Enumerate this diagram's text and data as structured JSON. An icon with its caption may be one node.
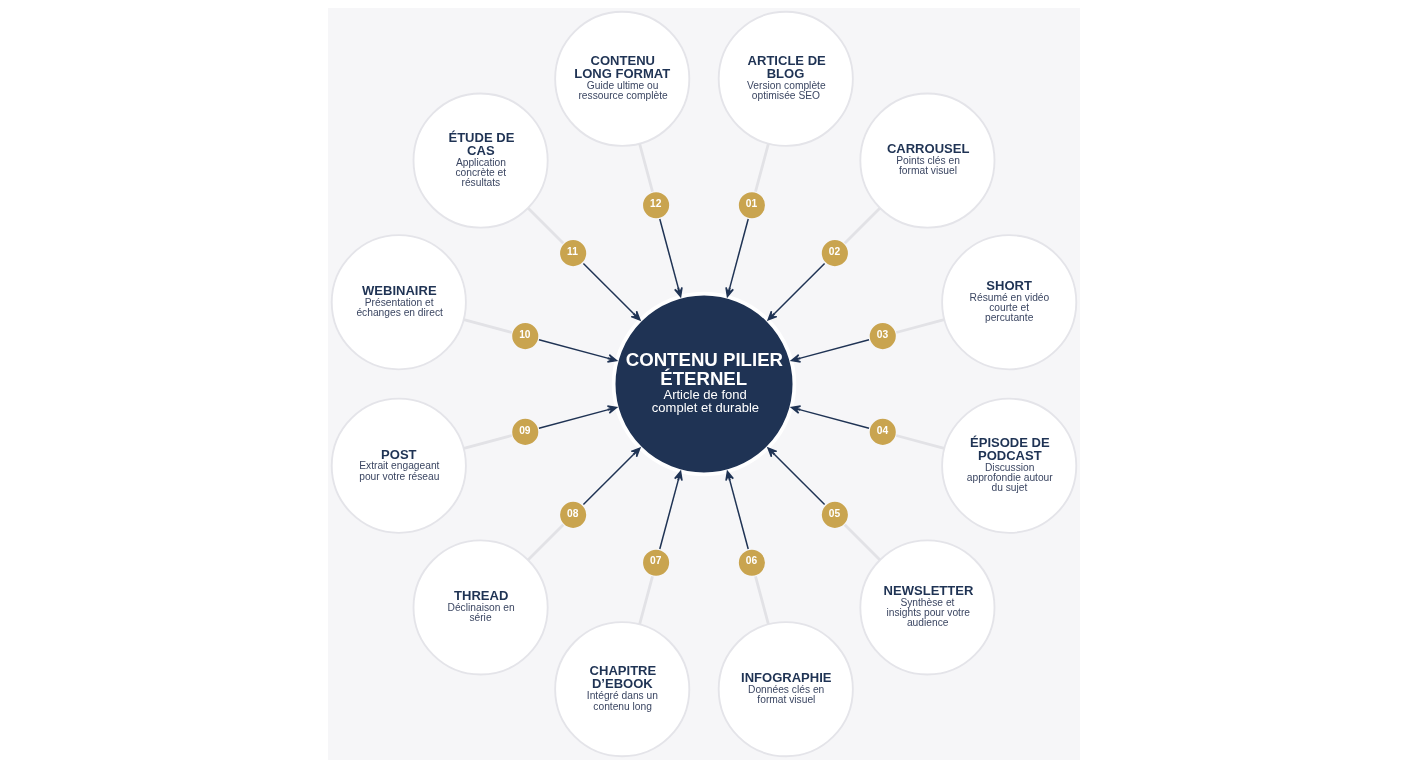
{
  "diagram": {
    "nodes": [
      {
        "text": [
          "CONTENU PILIER ÉTERNEL",
          "Article de fond complet et durable"
        ]
      },
      {
        "text": [
          "ARTICLE DE BLOG",
          "Version complète optimisée SEO"
        ]
      },
      {
        "text": [
          "01"
        ]
      },
      {
        "text": [
          "CARROUSEL",
          "Points clés en format visuel"
        ]
      },
      {
        "text": [
          "02"
        ]
      },
      {
        "text": [
          "SHORT",
          "Résumé en vidéo courte et percutante"
        ]
      },
      {
        "text": [
          "03"
        ]
      },
      {
        "text": [
          "ÉPISODE DE PODCAST",
          "Discussion approfondie autour du sujet"
        ]
      },
      {
        "text": [
          "04"
        ]
      },
      {
        "text": [
          "NEWSLETTER",
          "Synthèse et insights pour votre audience"
        ]
      },
      {
        "text": [
          "05"
        ]
      },
      {
        "text": [
          "INFOGRAPHIE",
          "Données clés en format visuel"
        ]
      },
      {
        "text": [
          "06"
        ]
      },
      {
        "text": [
          "CHAPITRE D’EBOOK",
          "Intégré dans un contenu long"
        ]
      },
      {
        "text": [
          "07"
        ]
      },
      {
        "text": [
          "THREAD",
          "Déclinaison en série"
        ]
      },
      {
        "text": [
          "08"
        ]
      },
      {
        "text": [
          "POST",
          "Extrait engageant pour votre réseau"
        ]
      },
      {
        "text": [
          "09"
        ]
      },
      {
        "text": [
          "WEBINAIRE",
          "Présentation et échanges en direct"
        ]
      },
      {
        "text": [
          "10"
        ]
      },
      {
        "text": [
          "ÉTUDE DE CAS",
          "Application concrète et résultats"
        ]
      },
      {
        "text": [
          "11"
        ]
      },
      {
        "text": [
          "CONTENU LONG FORMAT",
          "Guide ultime ou ressource complète"
        ]
      },
      {
        "text": [
          "12"
        ]
      }
    ],
    "edges": [
      {
        "from": 1,
        "to": 2,
        "arrow": "none",
        "color": "#e2e2e6"
      },
      {
        "from": 2,
        "to": 0,
        "arrow": "to",
        "color": "#1f3354"
      },
      {
        "from": 3,
        "to": 4,
        "arrow": "none",
        "color": "#e2e2e6"
      },
      {
        "from": 4,
        "to": 0,
        "arrow": "to",
        "color": "#1f3354"
      },
      {
        "from": 5,
        "to": 6,
        "arrow": "none",
        "color": "#e2e2e6"
      },
      {
        "from": 6,
        "to": 0,
        "arrow": "to",
        "color": "#1f3354"
      },
      {
        "from": 7,
        "to": 8,
        "arrow": "none",
        "color": "#e2e2e6"
      },
      {
        "from": 8,
        "to": 0,
        "arrow": "to",
        "color": "#1f3354"
      },
      {
        "from": 9,
        "to": 10,
        "arrow": "none",
        "color": "#e2e2e6"
      },
      {
        "from": 10,
        "to": 0,
        "arrow": "to",
        "color": "#1f3354"
      },
      {
        "from": 11,
        "to": 12,
        "arrow": "none",
        "color": "#e2e2e6"
      },
      {
        "from": 12,
        "to": 0,
        "arrow": "to",
        "color": "#1f3354"
      },
      {
        "from": 13,
        "to": 14,
        "arrow": "none",
        "color": "#e2e2e6"
      },
      {
        "from": 14,
        "to": 0,
        "arrow": "to",
        "color": "#1f3354"
      },
      {
        "from": 15,
        "to": 16,
        "arrow": "none",
        "color": "#e2e2e6"
      },
      {
        "from": 16,
        "to": 0,
        "arrow": "to",
        "color": "#1f3354"
      },
      {
        "from": 17,
        "to": 18,
        "arrow": "none",
        "color": "#e2e2e6"
      },
      {
        "from": 18,
        "to": 0,
        "arrow": "to",
        "color": "#1f3354"
      },
      {
        "from": 19,
        "to": 20,
        "arrow": "none",
        "color": "#e2e2e6"
      },
      {
        "from": 20,
        "to": 0,
        "arrow": "to",
        "color": "#1f3354"
      },
      {
        "from": 21,
        "to": 22,
        "arrow": "none",
        "color": "#e2e2e6"
      },
      {
        "from": 22,
        "to": 0,
        "arrow": "to",
        "color": "#1f3354"
      },
      {
        "from": 23,
        "to": 24,
        "arrow": "none",
        "color": "#e2e2e6"
      },
      {
        "from": 24,
        "to": 0,
        "arrow": "to",
        "color": "#1f3354"
      }
    ]
  }
}
